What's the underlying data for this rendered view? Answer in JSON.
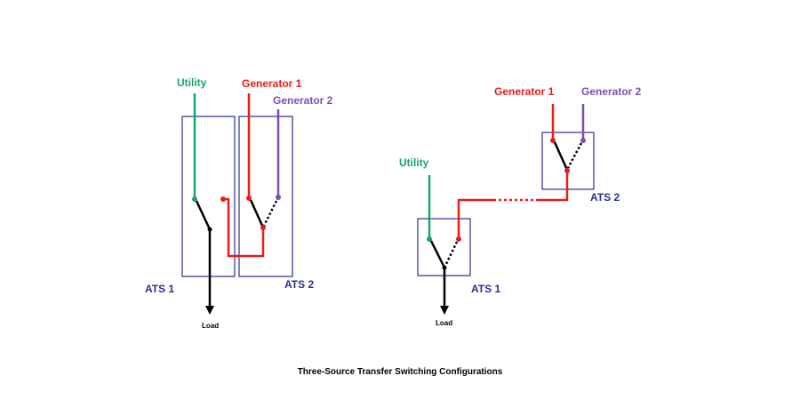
{
  "colors": {
    "utility": "#1aa36b",
    "generator1": "#e81c1c",
    "generator2": "#7b4fb0",
    "ats_box": "#2b2f8f",
    "black": "#000000"
  },
  "left": {
    "utility": "Utility",
    "generator1": "Generator 1",
    "generator2": "Generator 2",
    "ats1": "ATS 1",
    "ats2": "ATS 2",
    "load": "Load"
  },
  "right": {
    "utility": "Utility",
    "generator1": "Generator 1",
    "generator2": "Generator 2",
    "ats1": "ATS 1",
    "ats2": "ATS 2",
    "load": "Load"
  },
  "caption": "Three-Source Transfer Switching Configurations"
}
